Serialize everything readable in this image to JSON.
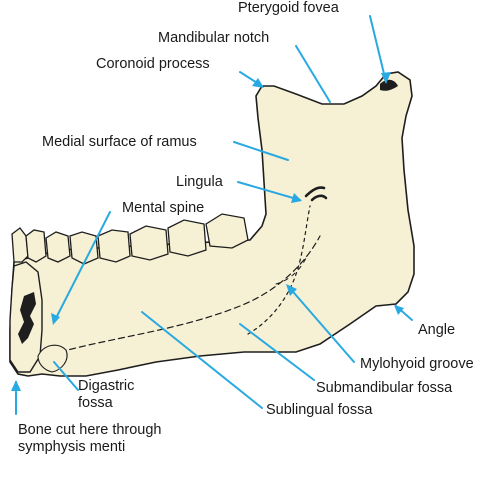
{
  "colors": {
    "bone_fill": "#f6f0d4",
    "bone_outline": "#1e1e1e",
    "leader_line": "#29a9e1",
    "label_text": "#1a1a1a"
  },
  "labels": {
    "pterygoid_fovea": "Pterygoid fovea",
    "mandibular_notch": "Mandibular notch",
    "coronoid_process": "Coronoid process",
    "medial_surface_of_ramus": "Medial surface of ramus",
    "lingula": "Lingula",
    "mental_spine": "Mental spine",
    "angle": "Angle",
    "mylohyoid_groove": "Mylohyoid groove",
    "submandibular_fossa": "Submandibular fossa",
    "sublingual_fossa": "Sublingual fossa",
    "digastric_fossa_line1": "Digastric",
    "digastric_fossa_line2": "fossa",
    "symphysis_line1": "Bone cut here through",
    "symphysis_line2": "symphysis menti"
  }
}
